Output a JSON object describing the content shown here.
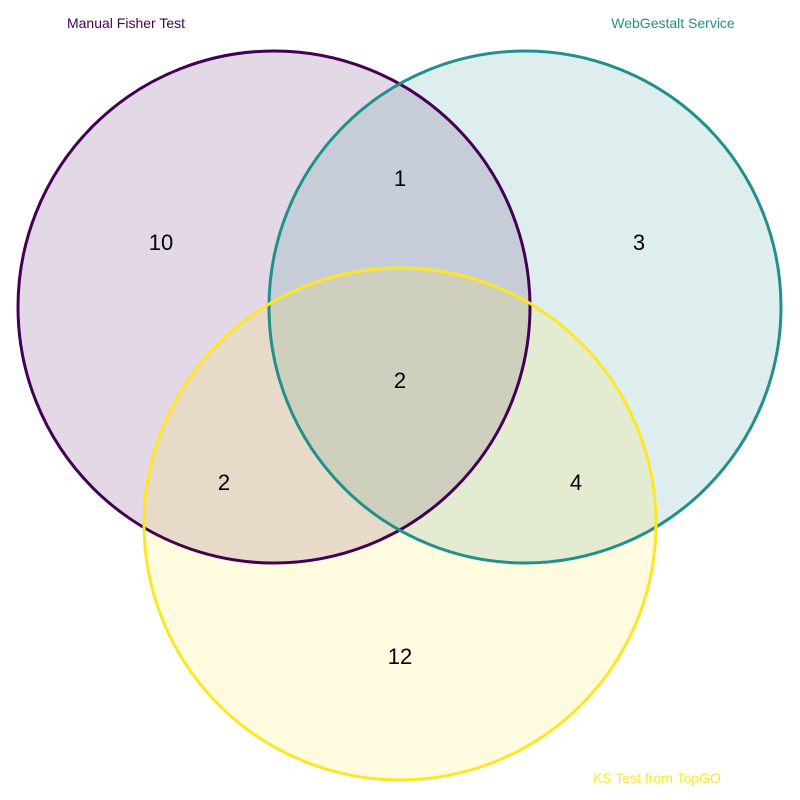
{
  "diagram": {
    "type": "venn-3",
    "sets": [
      {
        "id": "a",
        "label": "Manual Fisher Test",
        "color": "#440154"
      },
      {
        "id": "b",
        "label": "WebGestalt Service",
        "color": "#21908C"
      },
      {
        "id": "c",
        "label": "KS Test from TopGO",
        "color": "#FDE725"
      }
    ],
    "regions": {
      "a_only": "10",
      "b_only": "3",
      "c_only": "12",
      "a_b": "1",
      "a_c": "2",
      "b_c": "4",
      "a_b_c": "2"
    }
  }
}
